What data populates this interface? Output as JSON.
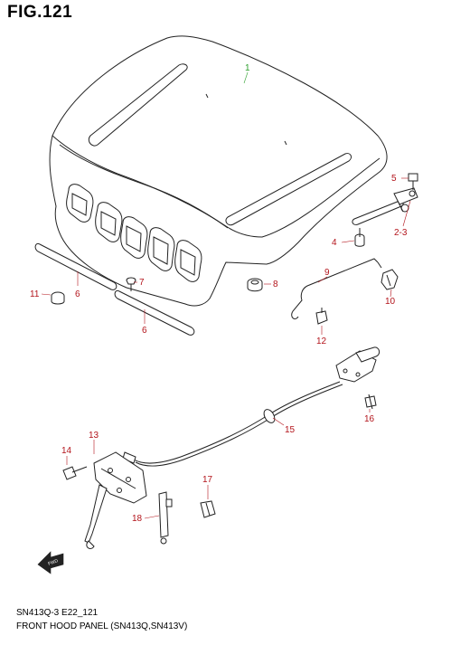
{
  "figure": {
    "title": "FIG.121",
    "code": "SN413Q-3 E22_121",
    "caption": "FRONT HOOD PANEL (SN413Q,SN413V)",
    "fwd_arrow_label": "FWD"
  },
  "colors": {
    "callout": "#b3141b",
    "callout_highlight": "#2ea02e",
    "line": "#222222"
  },
  "callouts": [
    {
      "id": "c1",
      "text": "1"
    },
    {
      "id": "c5",
      "text": "5"
    },
    {
      "id": "c23",
      "text": "2-3"
    },
    {
      "id": "c4",
      "text": "4"
    },
    {
      "id": "c8",
      "text": "8"
    },
    {
      "id": "c9",
      "text": "9"
    },
    {
      "id": "c10",
      "text": "10"
    },
    {
      "id": "c12",
      "text": "12"
    },
    {
      "id": "c11",
      "text": "11"
    },
    {
      "id": "c6a",
      "text": "6"
    },
    {
      "id": "c7",
      "text": "7"
    },
    {
      "id": "c6b",
      "text": "6"
    },
    {
      "id": "c15",
      "text": "15"
    },
    {
      "id": "c16",
      "text": "16"
    },
    {
      "id": "c13",
      "text": "13"
    },
    {
      "id": "c14",
      "text": "14"
    },
    {
      "id": "c17",
      "text": "17"
    },
    {
      "id": "c18",
      "text": "18"
    }
  ]
}
